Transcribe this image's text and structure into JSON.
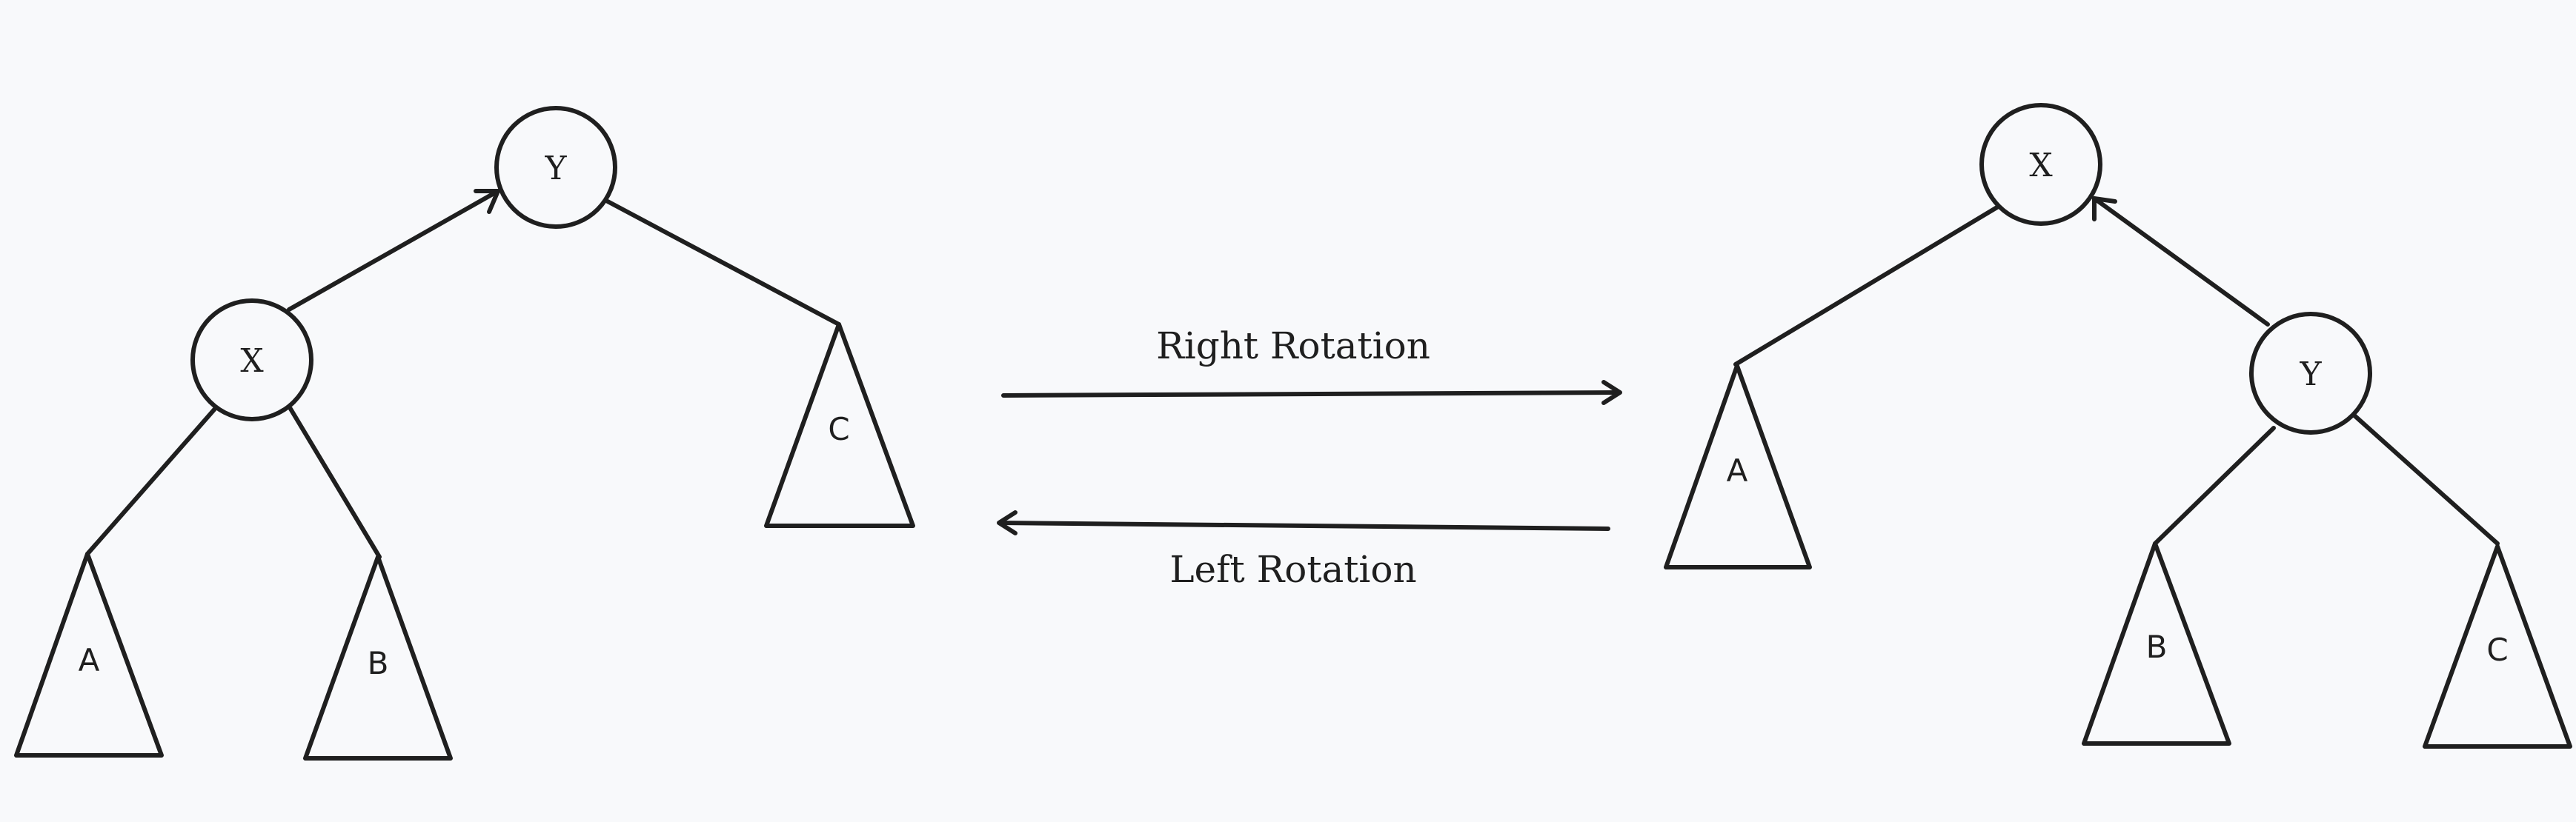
{
  "diagram": {
    "left_tree": {
      "node_y": "Y",
      "node_x": "X",
      "subtree_a": "A",
      "subtree_b": "B",
      "subtree_c": "C"
    },
    "right_tree": {
      "node_x": "X",
      "node_y": "Y",
      "subtree_a": "A",
      "subtree_b": "B",
      "subtree_c": "C"
    },
    "arrows": {
      "right_rotation_label": "Right Rotation",
      "left_rotation_label": "Left Rotation"
    }
  }
}
